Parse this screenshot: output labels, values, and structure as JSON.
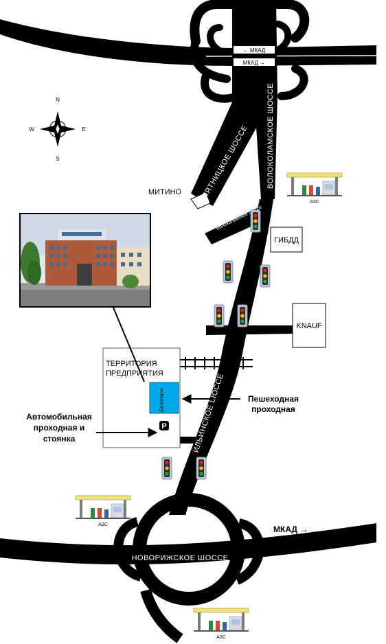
{
  "labels": {
    "mkad_top_left": "← МКАД",
    "mkad_top_right": "МКАД →",
    "mkad_bottom": "МКАД →",
    "pyatnitskoe": "ПЯТНИЦКОЕ ШОССЕ",
    "volokolamskoe": "ВОЛОКОЛАМСКОЕ ШОССЕ",
    "volokolamskoe_small": "Волоколамское шоссе",
    "mitino": "МИТИНО",
    "azs": "АЗС",
    "gibdd": "ГИБДД",
    "knauf": "KNAUF",
    "territory_line1": "ТЕРРИТОРИЯ",
    "territory_line2": "ПРЕДПРИЯТИЯ",
    "bezopasnost": "Безопасн",
    "parking_symbol": "P",
    "pedestrian_line1": "Пешеходная",
    "pedestrian_line2": "проходная",
    "auto_line1": "Автомобильная",
    "auto_line2": "проходная и",
    "auto_line3": "стоянка",
    "ilinskoe": "ИЛЬИНСКОЕ ШОССЕ",
    "novorizhskoe": "НОВОРИЖСКОЕ ШОССЕ",
    "compass_n": "N",
    "compass_s": "S",
    "compass_e": "E",
    "compass_w": "W"
  },
  "colors": {
    "road": "#000000",
    "building_box": "#00a8e8",
    "azs_canopy": "#f2e27a",
    "traffic_light_box": "#bcc6d6"
  },
  "icons": [
    "compass-rose-icon",
    "traffic-light-icon",
    "gas-station-icon",
    "parking-icon",
    "arrow-icon"
  ]
}
